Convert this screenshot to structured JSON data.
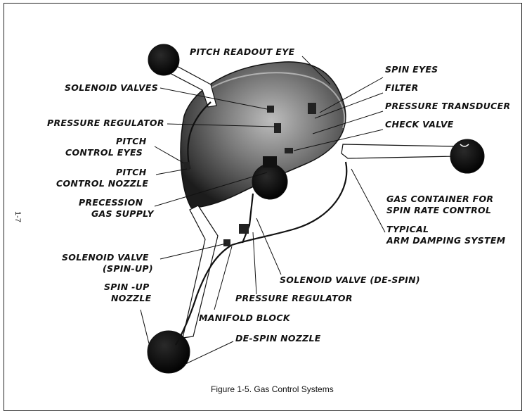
{
  "figure": {
    "caption": "Figure 1-5.  Gas Control Systems",
    "page_number": "1-7"
  },
  "labels": {
    "pitch_readout_eye": "PITCH READOUT EYE",
    "solenoid_valves": "SOLENOID VALVES",
    "pressure_regulator_top": "PRESSURE REGULATOR",
    "pitch_control_eyes_1": "PITCH",
    "pitch_control_eyes_2": "CONTROL EYES",
    "pitch_control_nozzle_1": "PITCH",
    "pitch_control_nozzle_2": "CONTROL NOZZLE",
    "precession_gas_supply_1": "PRECESSION",
    "precession_gas_supply_2": "GAS SUPPLY",
    "solenoid_valve_spin_up_1": "SOLENOID VALVE",
    "solenoid_valve_spin_up_2": "(SPIN-UP)",
    "spin_up_nozzle_1": "SPIN -UP",
    "spin_up_nozzle_2": "NOZZLE",
    "spin_eyes": "SPIN EYES",
    "filter": "FILTER",
    "pressure_transducer": "PRESSURE TRANSDUCER",
    "check_valve": "CHECK VALVE",
    "gas_container_1": "GAS CONTAINER FOR",
    "gas_container_2": "SPIN RATE CONTROL",
    "typical_arm_1": "TYPICAL",
    "typical_arm_2": "ARM DAMPING SYSTEM",
    "solenoid_valve_de_spin": "SOLENOID VALVE (DE-SPIN)",
    "pressure_regulator_bottom": "PRESSURE REGULATOR",
    "manifold_block": "MANIFOLD BLOCK",
    "de_spin_nozzle": "DE-SPIN NOZZLE"
  }
}
